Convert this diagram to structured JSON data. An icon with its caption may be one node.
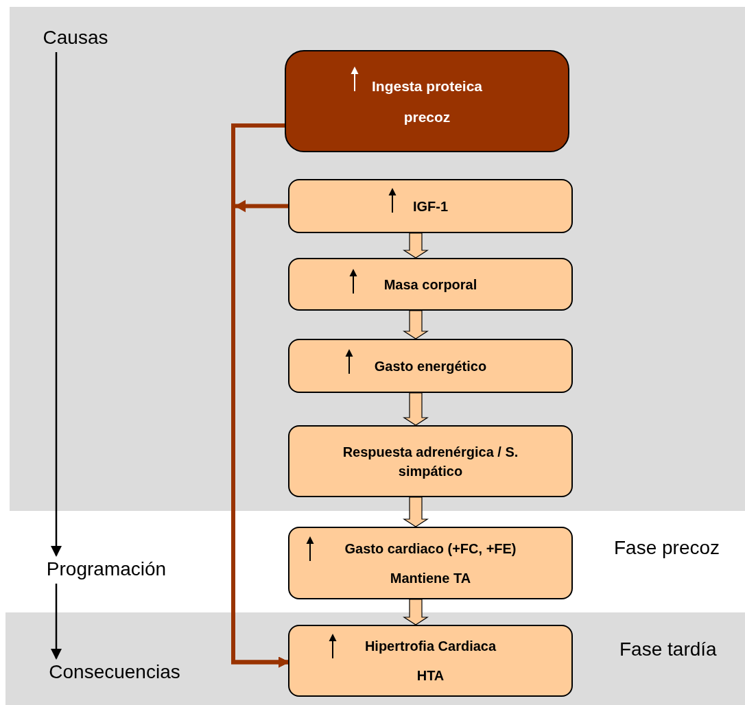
{
  "diagram": {
    "nodes": [
      {
        "text": [
          "Ingesta proteica precoz"
        ]
      },
      {
        "text": [
          "IGF-1"
        ]
      },
      {
        "text": [
          "Masa corporal"
        ]
      },
      {
        "text": [
          "Gasto energético"
        ]
      },
      {
        "text": [
          "Respuesta adrenérgica / S. simpático"
        ]
      },
      {
        "text": [
          "Gasto cardiaco (+FC, +FE)",
          "Mantiene TA"
        ],
        "beside": [
          "Fase precoz"
        ]
      },
      {
        "text": [
          "Hipertrofia Cardiaca",
          "HTA"
        ],
        "beside": [
          "Fase tardía"
        ]
      },
      {
        "text": [
          "Causas"
        ]
      },
      {
        "text": [
          "Programación"
        ]
      },
      {
        "text": [
          "Consecuencias"
        ]
      }
    ],
    "edges": [
      {
        "from": 0,
        "to": 6,
        "arrow": "to",
        "style": "thick",
        "color": "#993300"
      },
      {
        "from": 1,
        "to": 6,
        "arrow": "to",
        "style": "thick",
        "color": "#993300"
      },
      {
        "from": 1,
        "to": 2,
        "arrow": "to"
      },
      {
        "from": 2,
        "to": 3,
        "arrow": "to"
      },
      {
        "from": 3,
        "to": 4,
        "arrow": "to"
      },
      {
        "from": 4,
        "to": 5,
        "arrow": "to"
      },
      {
        "from": 5,
        "to": 6,
        "arrow": "to"
      },
      {
        "from": 7,
        "to": 8,
        "arrow": "to",
        "color": "#000000"
      },
      {
        "from": 8,
        "to": 9,
        "arrow": "to",
        "color": "#000000"
      }
    ]
  }
}
